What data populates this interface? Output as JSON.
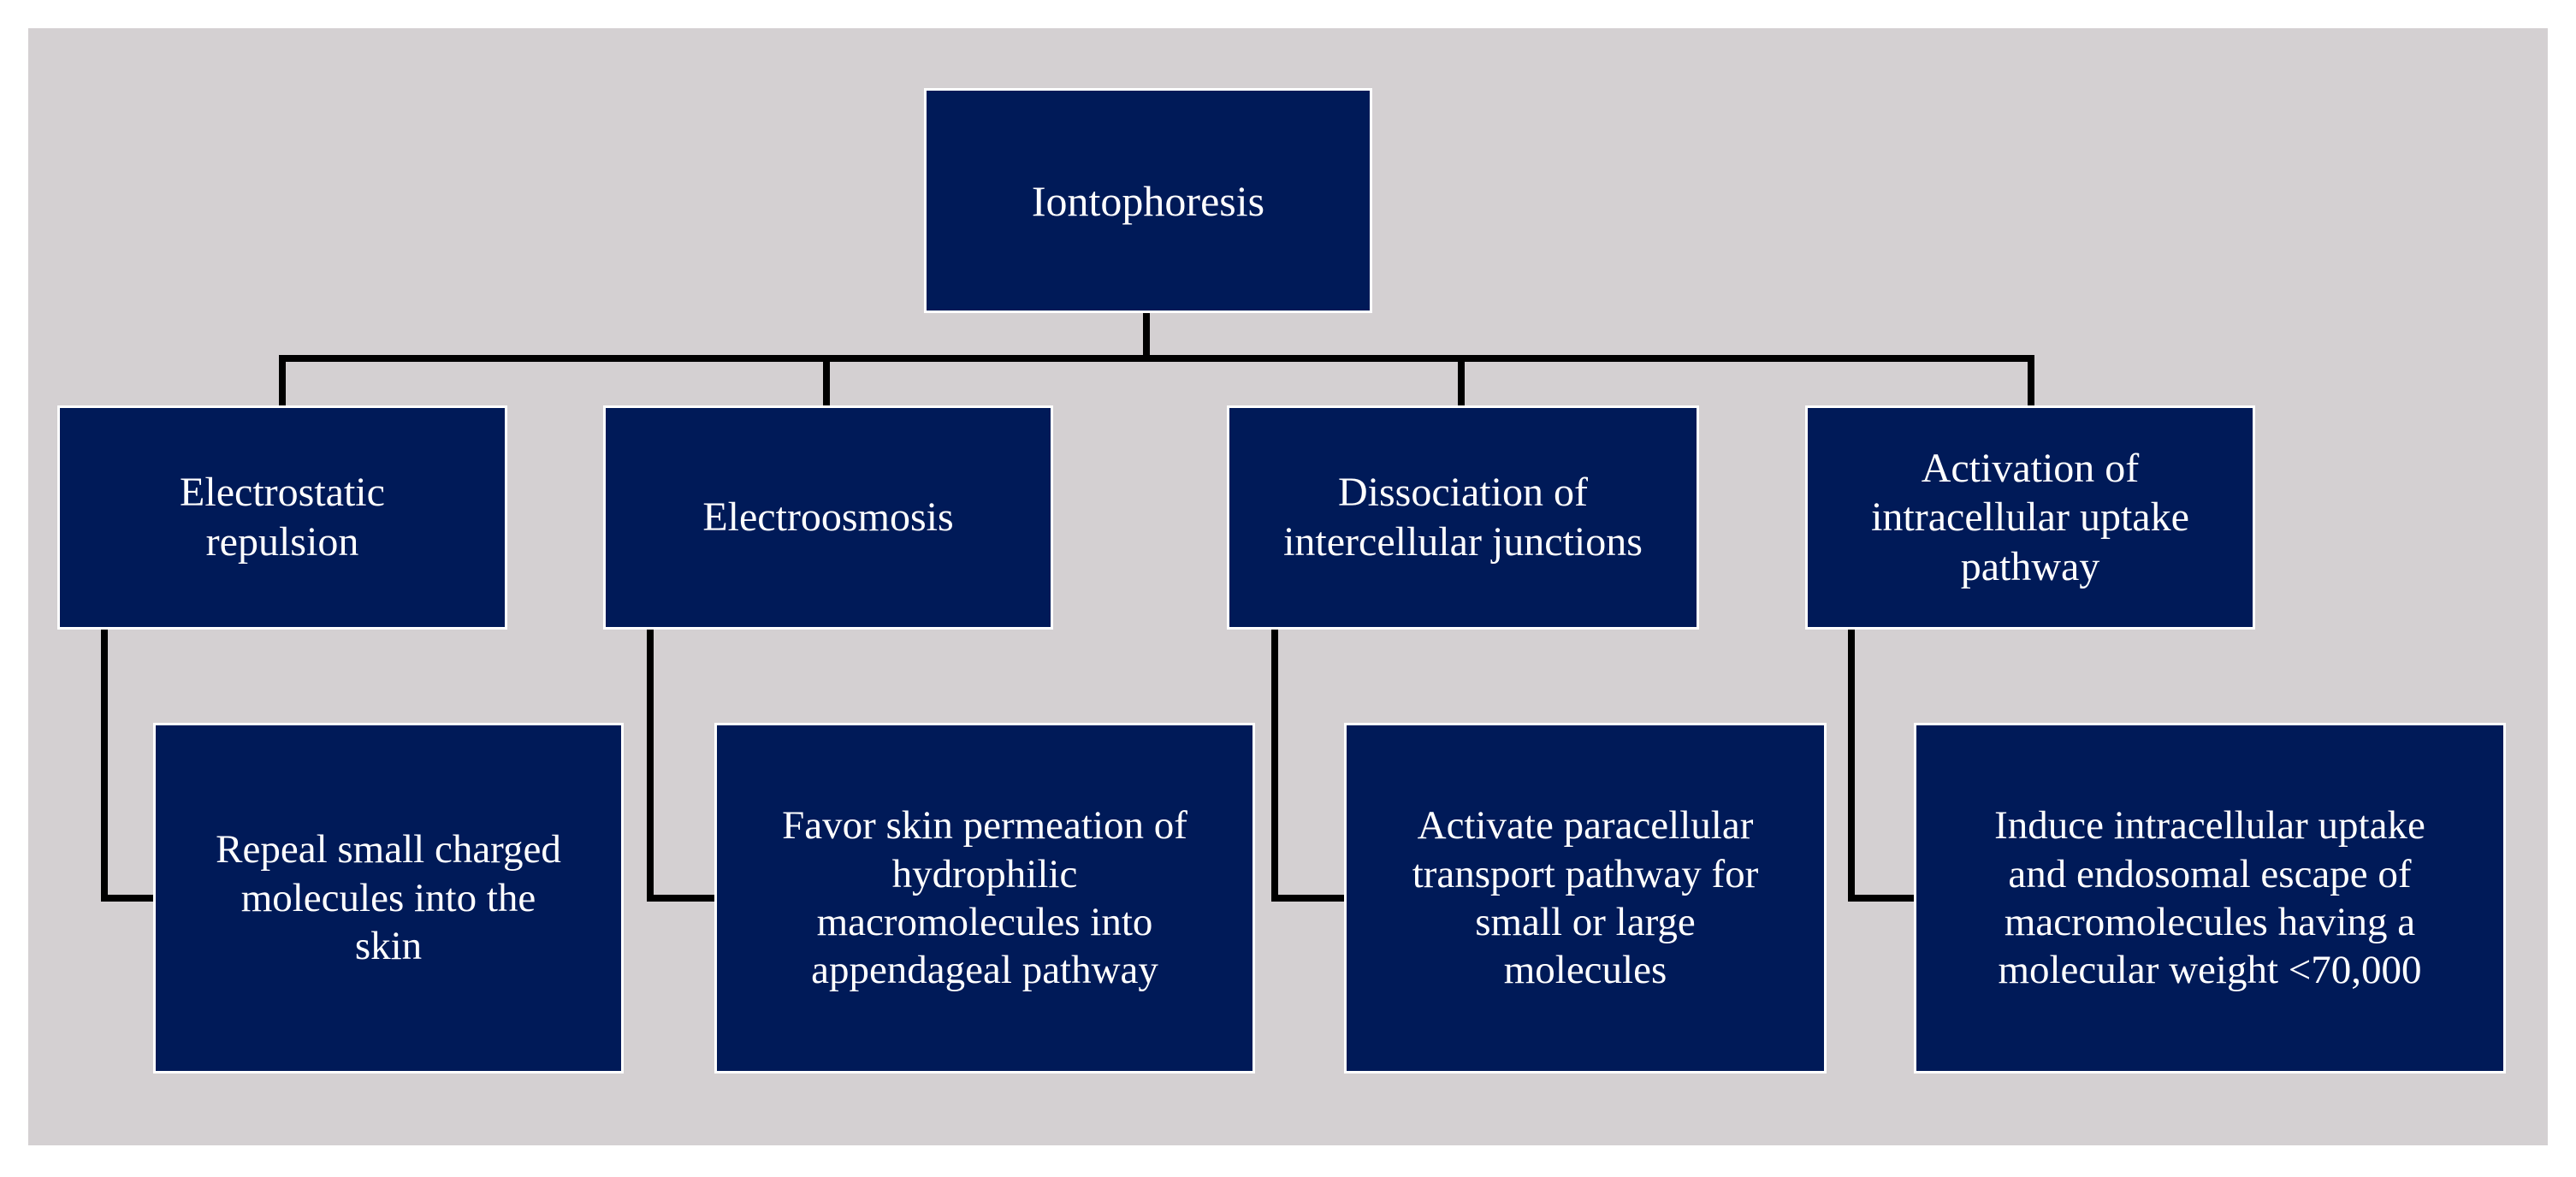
{
  "diagram": {
    "root": {
      "label": "Iontophoresis"
    },
    "branches": [
      {
        "title": "Electrostatic\nrepulsion",
        "description": "Repeal small charged\nmolecules into the\nskin"
      },
      {
        "title": "Electroosmosis",
        "description": "Favor skin permeation of\nhydrophilic\nmacromolecules into\nappendageal pathway"
      },
      {
        "title": "Dissociation of\nintercellular junctions",
        "description": "Activate paracellular\ntransport pathway for\nsmall or large\nmolecules"
      },
      {
        "title": "Activation of\nintracellular uptake\npathway",
        "description": "Induce intracellular uptake\nand endosomal escape of\nmacromolecules having a\nmolecular weight <70,000"
      }
    ],
    "colors": {
      "background": "#d4d0d2",
      "box_fill": "#001a58",
      "box_border": "#ffffff",
      "box_text": "#ffffff",
      "connector": "#000000"
    }
  }
}
